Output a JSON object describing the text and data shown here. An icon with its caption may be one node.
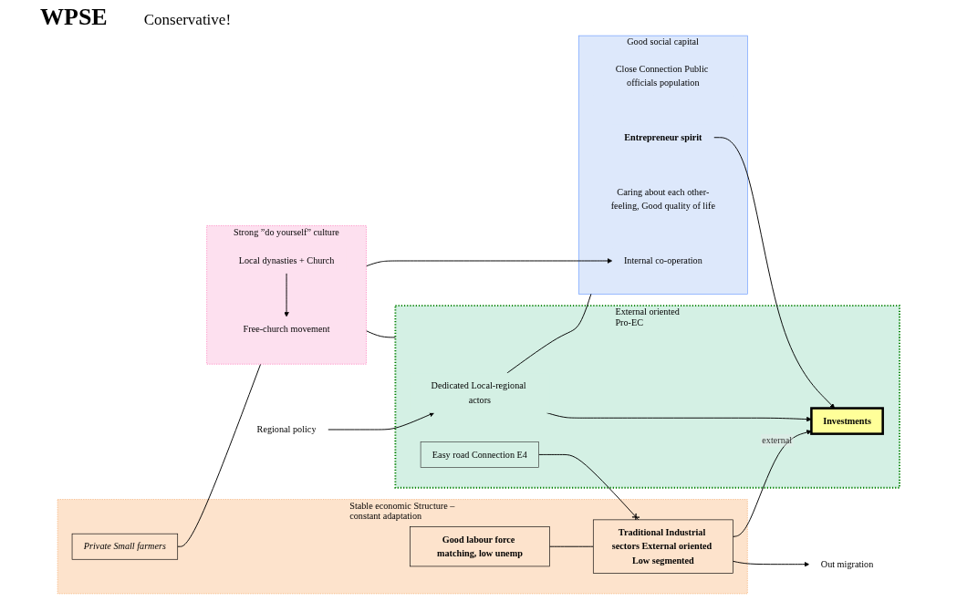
{
  "diagram": {
    "title": "WPSE",
    "nodes": [
      {
        "text": [
          "Stable economic Structure – constant adaptation"
        ]
      },
      {
        "text": [
          "Good labour force matching, low unemp"
        ],
        "in": 0
      },
      {
        "text": [
          "Private Small farmers"
        ],
        "in": 0
      },
      {
        "text": [
          "Traditional Industrial sectors External oriented Low segmented"
        ],
        "in": 0
      },
      {
        "text": [
          "Out migration"
        ]
      },
      {
        "text": [
          "External oriented",
          "Pro-EC"
        ]
      },
      {
        "text": [
          "Regional policy"
        ]
      },
      {
        "text": [
          "Dedicated Local-regional actors"
        ],
        "in": 5
      },
      {
        "text": [
          "Investments"
        ],
        "in": 5
      },
      {
        "text": [
          "Easy road Connection E4"
        ],
        "in": 5
      },
      {
        "text": [
          "Good social capital"
        ]
      },
      {
        "text": [
          "Close Connection Public officials population"
        ],
        "in": 10
      },
      {
        "text": [
          "Entrepreneur spirit"
        ],
        "in": 10
      },
      {
        "text": [
          "Caring about each other-feeling, Good quality of life"
        ],
        "in": 10
      },
      {
        "text": [
          "Internal co-operation"
        ],
        "in": 10
      },
      {
        "text": [
          "Strong ”do yourself” culture"
        ]
      },
      {
        "text": [
          "Local dynasties + Church"
        ],
        "in": 15
      },
      {
        "text": [
          "Free-church movement"
        ],
        "in": 15
      }
    ],
    "edges": [
      {
        "from": 3,
        "to": 4,
        "arrow": "to"
      },
      {
        "from": 1,
        "to": 3,
        "arrow": "none"
      },
      {
        "from": 3,
        "to": 8,
        "arrow": "to",
        "label": "external"
      },
      {
        "from": 9,
        "to": 3,
        "arrow": "other"
      },
      {
        "from": 6,
        "to": 7,
        "arrow": "to"
      },
      {
        "from": 7,
        "to": 8,
        "arrow": "to"
      },
      {
        "from": 7,
        "to": 10,
        "arrow": "none"
      },
      {
        "from": 2,
        "to": 15,
        "arrow": "none"
      },
      {
        "from": 15,
        "to": 5,
        "arrow": "none"
      },
      {
        "from": 12,
        "to": 8,
        "arrow": "to"
      },
      {
        "from": 16,
        "to": 17,
        "arrow": "to"
      },
      {
        "from": 15,
        "to": 14,
        "arrow": "to"
      }
    ],
    "labels": [
      "Conservative!"
    ]
  }
}
